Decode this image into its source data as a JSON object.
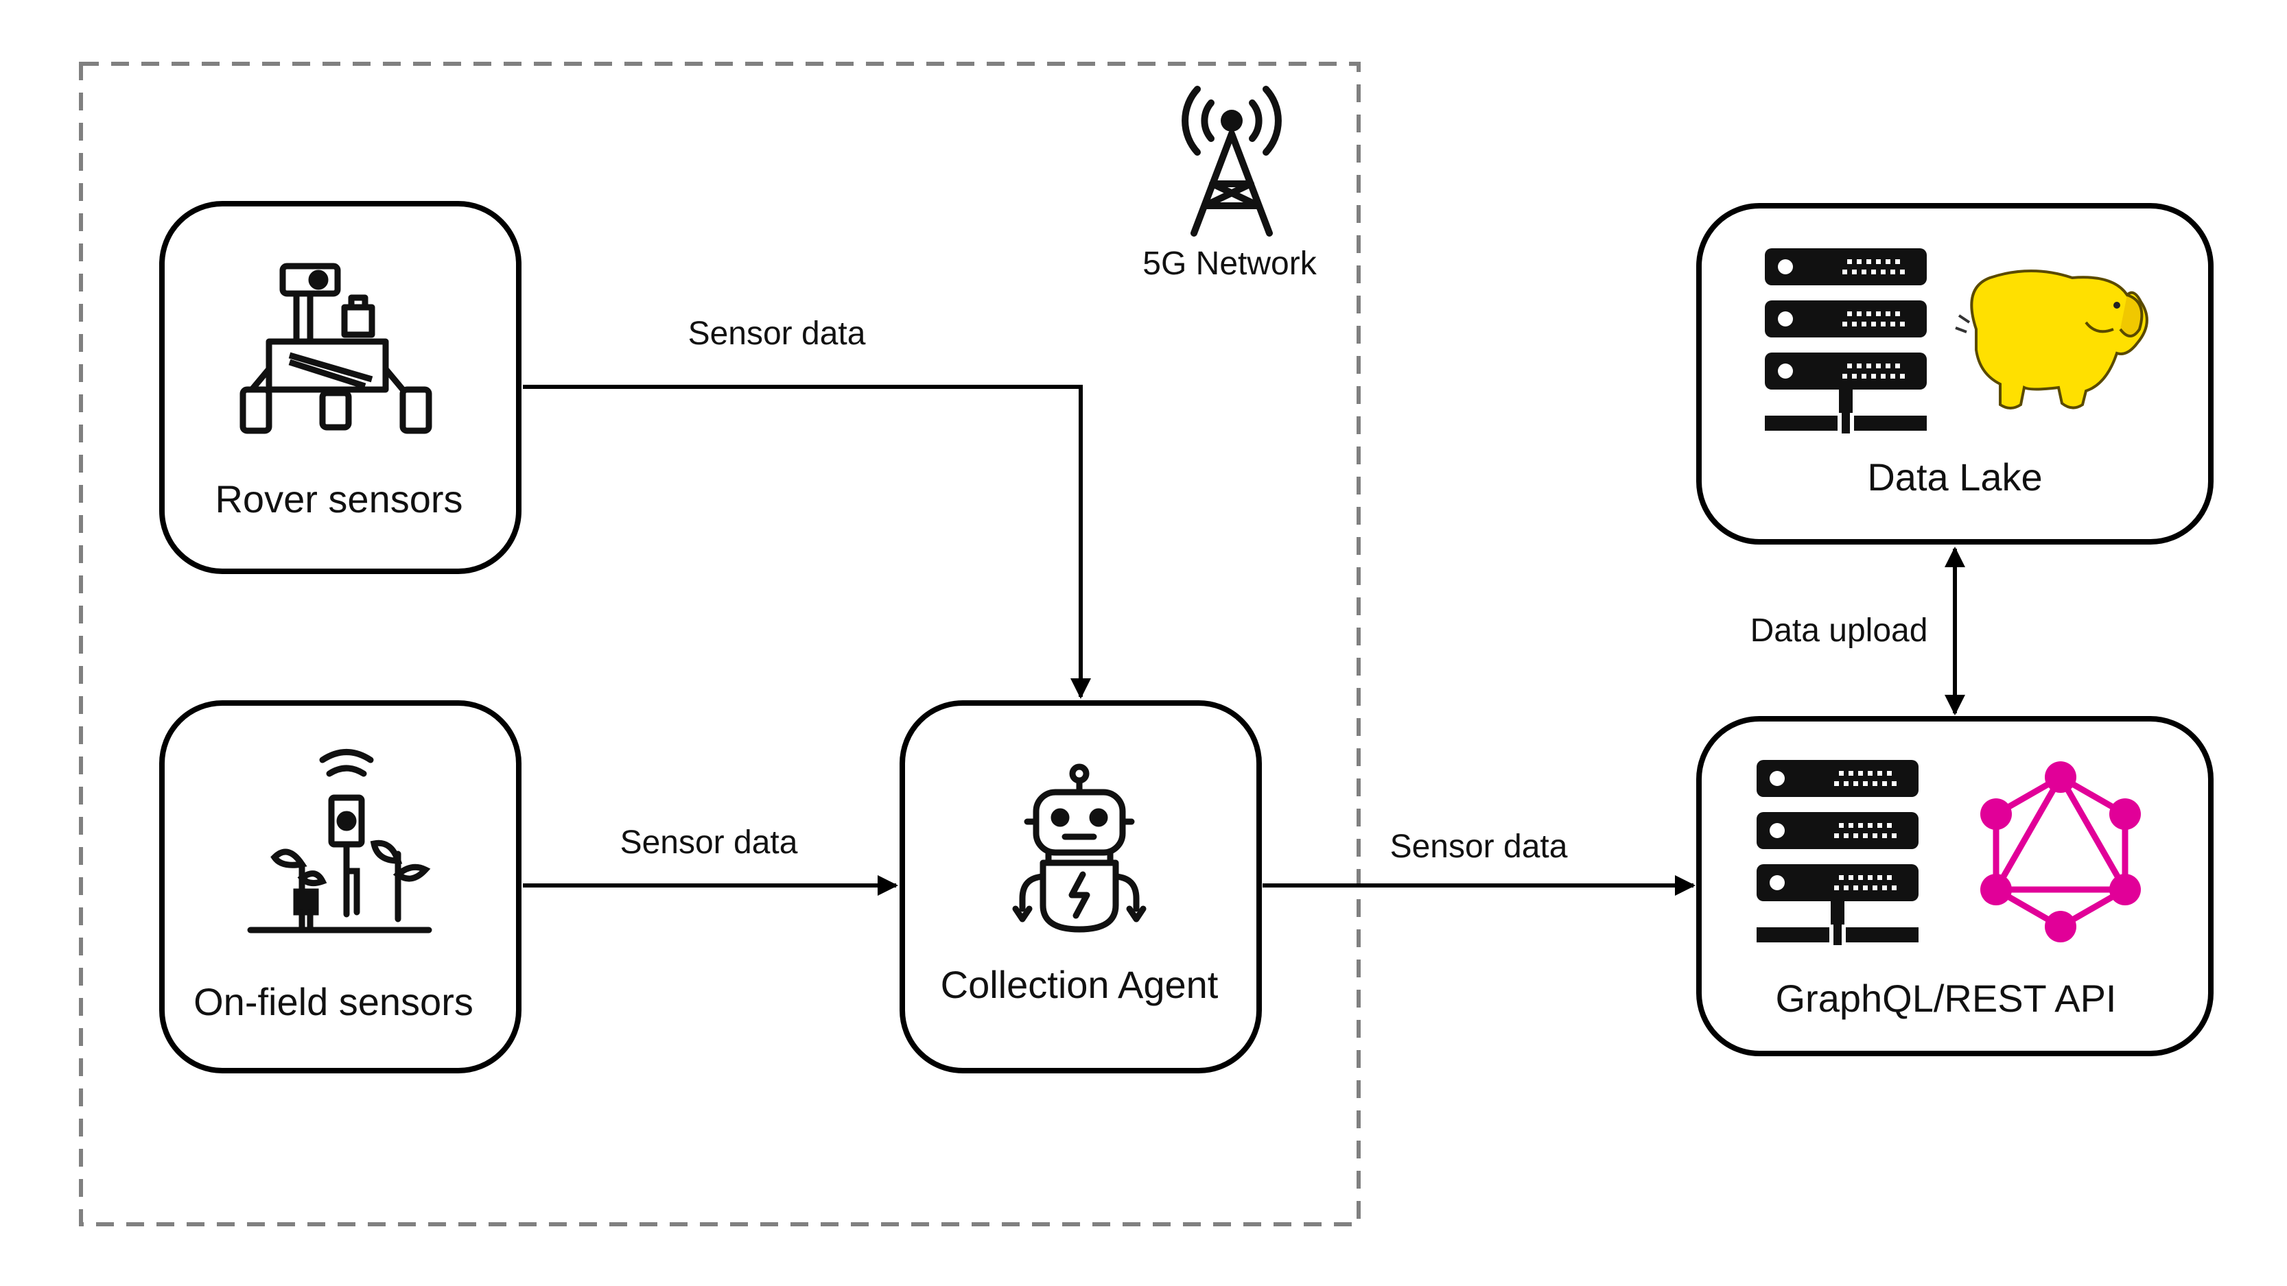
{
  "network": {
    "label": "5G Network"
  },
  "nodes": {
    "rover": {
      "label": "Rover sensors"
    },
    "onfield": {
      "label": "On-field sensors"
    },
    "agent": {
      "label": "Collection Agent"
    },
    "datalake": {
      "label": "Data Lake"
    },
    "api": {
      "label": "GraphQL/REST API"
    }
  },
  "edges": {
    "rover_to_agent": {
      "label": "Sensor data"
    },
    "onfield_to_agent": {
      "label": "Sensor data"
    },
    "agent_to_api": {
      "label": "Sensor data"
    },
    "api_datalake": {
      "label": "Data upload"
    }
  },
  "colors": {
    "stroke": "#000000",
    "boundary": "#808080",
    "graphql": "#E10098",
    "hadoop": "#FFE000"
  },
  "icons": {
    "rover": "rover-robot-icon",
    "onfield": "iot-soil-sensor-icon",
    "agent": "robot-icon",
    "tower": "cell-tower-icon",
    "server": "server-rack-icon",
    "hadoop": "hadoop-elephant-icon",
    "graphql": "graphql-logo-icon"
  }
}
